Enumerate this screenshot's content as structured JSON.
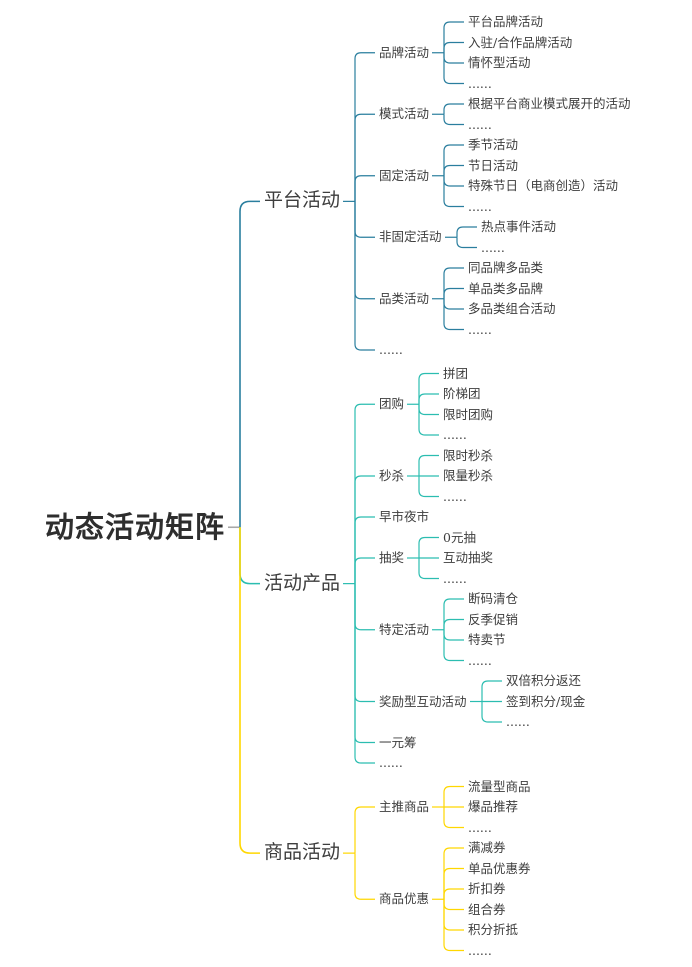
{
  "diagram": {
    "type": "mindmap",
    "page_title": "动态活动矩阵"
  },
  "colors": {
    "platform_branch": "#2a7e9e",
    "product_branch": "#2bbdb0",
    "goods_branch": "#ffd700",
    "root_stub": "#a8a8a8",
    "text": "#3d3d3d",
    "root_text": "#2e2e2e",
    "background": "#ffffff"
  },
  "tree": {
    "label": "动态活动矩阵",
    "children": [
      {
        "label": "平台活动",
        "color": "#2a7e9e",
        "children": [
          {
            "label": "品牌活动",
            "children": [
              {
                "label": "平台品牌活动"
              },
              {
                "label": "入驻/合作品牌活动"
              },
              {
                "label": "情怀型活动"
              },
              {
                "label": "......"
              }
            ]
          },
          {
            "label": "模式活动",
            "children": [
              {
                "label": "根据平台商业模式展开的活动"
              },
              {
                "label": "......"
              }
            ]
          },
          {
            "label": "固定活动",
            "children": [
              {
                "label": "季节活动"
              },
              {
                "label": "节日活动"
              },
              {
                "label": "特殊节日（电商创造）活动"
              },
              {
                "label": "......"
              }
            ]
          },
          {
            "label": "非固定活动",
            "children": [
              {
                "label": "热点事件活动"
              },
              {
                "label": "......"
              }
            ]
          },
          {
            "label": "品类活动",
            "children": [
              {
                "label": "同品牌多品类"
              },
              {
                "label": "单品类多品牌"
              },
              {
                "label": "多品类组合活动"
              },
              {
                "label": "......"
              }
            ]
          },
          {
            "label": "......"
          }
        ]
      },
      {
        "label": "活动产品",
        "color": "#2bbdb0",
        "children": [
          {
            "label": "团购",
            "children": [
              {
                "label": "拼团"
              },
              {
                "label": "阶梯团"
              },
              {
                "label": "限时团购"
              },
              {
                "label": "......"
              }
            ]
          },
          {
            "label": "秒杀",
            "children": [
              {
                "label": "限时秒杀"
              },
              {
                "label": "限量秒杀"
              },
              {
                "label": "......"
              }
            ]
          },
          {
            "label": "早市夜市"
          },
          {
            "label": "抽奖",
            "children": [
              {
                "label": "0元抽"
              },
              {
                "label": "互动抽奖"
              },
              {
                "label": "......"
              }
            ]
          },
          {
            "label": "特定活动",
            "children": [
              {
                "label": "断码清仓"
              },
              {
                "label": "反季促销"
              },
              {
                "label": "特卖节"
              },
              {
                "label": "......"
              }
            ]
          },
          {
            "label": "奖励型互动活动",
            "children": [
              {
                "label": "双倍积分返还"
              },
              {
                "label": "签到积分/现金"
              },
              {
                "label": "......"
              }
            ]
          },
          {
            "label": "一元筹"
          },
          {
            "label": "......"
          }
        ]
      },
      {
        "label": "商品活动",
        "color": "#ffd700",
        "children": [
          {
            "label": "主推商品",
            "children": [
              {
                "label": "流量型商品"
              },
              {
                "label": "爆品推荐"
              },
              {
                "label": "......"
              }
            ]
          },
          {
            "label": "商品优惠",
            "children": [
              {
                "label": "满减券"
              },
              {
                "label": "单品优惠券"
              },
              {
                "label": "折扣券"
              },
              {
                "label": "组合券"
              },
              {
                "label": "积分折抵"
              },
              {
                "label": "......"
              }
            ]
          }
        ]
      }
    ]
  }
}
